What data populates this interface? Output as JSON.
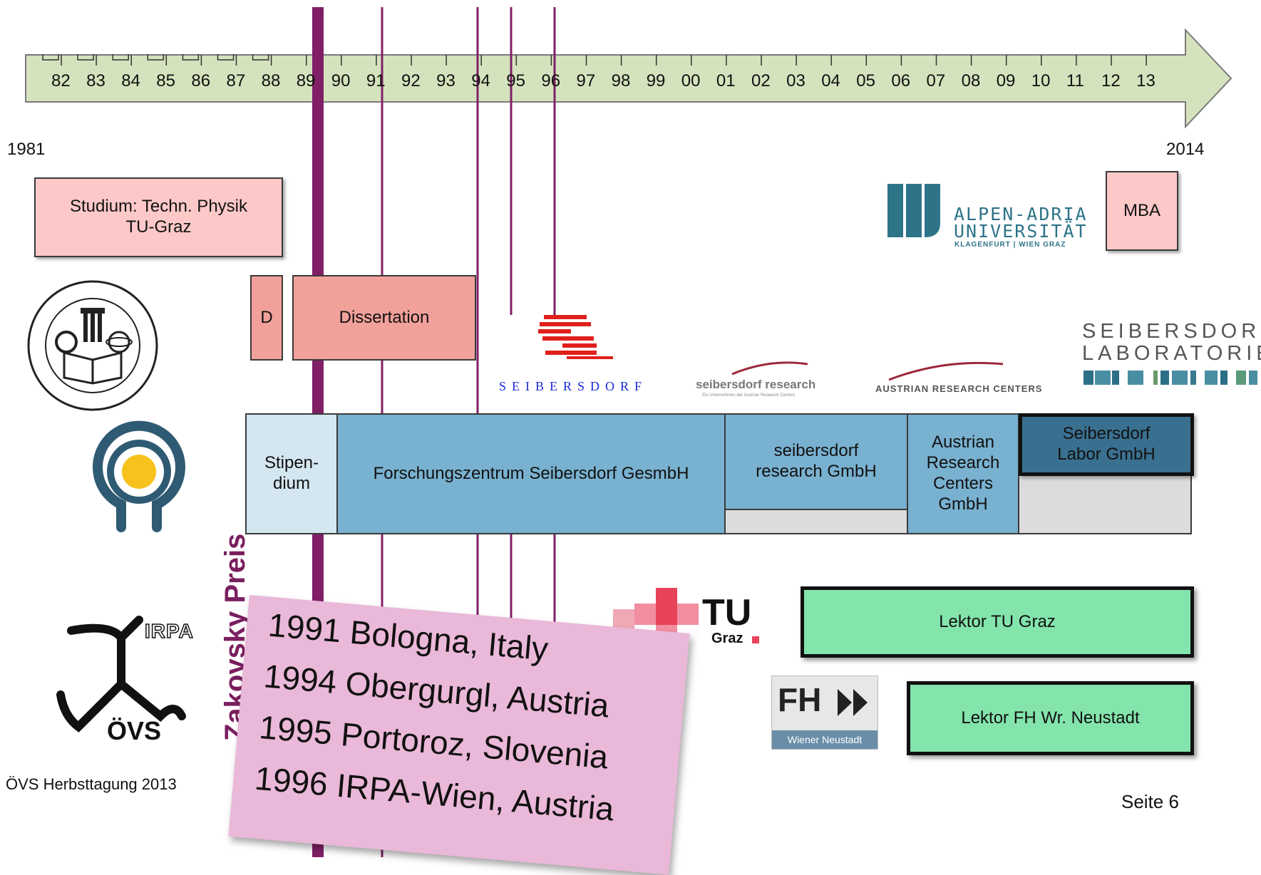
{
  "timeline": {
    "year_ticks": [
      "82",
      "83",
      "84",
      "85",
      "86",
      "87",
      "88",
      "89",
      "90",
      "91",
      "92",
      "93",
      "94",
      "95",
      "96",
      "97",
      "98",
      "99",
      "00",
      "01",
      "02",
      "03",
      "04",
      "05",
      "06",
      "07",
      "08",
      "09",
      "10",
      "11",
      "12",
      "13"
    ],
    "start_year": "1981",
    "end_year": "2014",
    "arrow_color": "#d4e3bd",
    "marker_color": "#801f66"
  },
  "boxes": {
    "studium": "Studium: Techn. Physik\nTU-Graz",
    "diplom": "D",
    "dissertation": "Dissertation",
    "mba": "MBA",
    "stipendium": "Stipen-\ndium",
    "forschungszentrum": "Forschungszentrum Seibersdorf GesmbH",
    "seibersdorf_research": "seibersdorf\nresearch GmbH",
    "arc": "Austrian\nResearch\nCenters\nGmbH",
    "labor": "Seibersdorf\nLabor GmbH",
    "lektor_tu": "Lektor TU Graz",
    "lektor_fh": "Lektor FH Wr. Neustadt"
  },
  "logos": {
    "aau_line1": "ALPEN-ADRIA",
    "aau_line2": "UNIVERSITÄT",
    "aau_line3": "KLAGENFURT | WIEN GRAZ",
    "seibersdorf_lab_line1": "SEIBERSDORF",
    "seibersdorf_lab_line2": "LABORATORIES",
    "seibersdorf_word": "SEIBERSDORF",
    "seibersdorf_research": "seibersdorf research",
    "seibersdorf_research_sub": "Ein Unternehmen der Austrian Research Centers",
    "arc": "AUSTRIAN RESEARCH CENTERS",
    "tu": "TU",
    "tu_sub": "Graz",
    "fh": "FH",
    "fh_sub": "Wiener Neustadt",
    "irpa": "IRPA",
    "ovs": "ÖVS"
  },
  "award": {
    "title": "Zakovsky Preis",
    "year": "1989"
  },
  "conferences": [
    "1991  Bologna, Italy",
    "1994  Obergurgl, Austria",
    "1995  Portoroz, Slovenia",
    "1996  IRPA-Wien, Austria"
  ],
  "footer": {
    "left": "ÖVS Herbsttagung 2013",
    "right": "Seite 6"
  }
}
